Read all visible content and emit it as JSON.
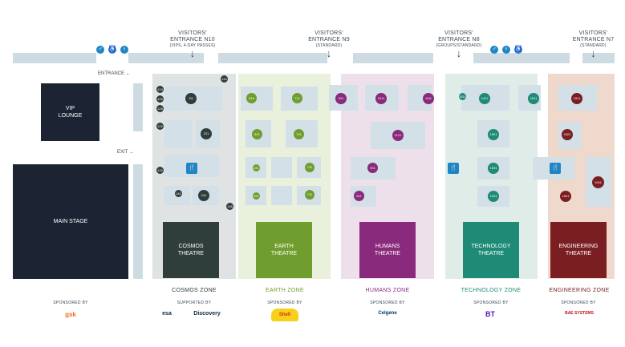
{
  "entrances": [
    {
      "id": "n10",
      "line1": "VISITORS'",
      "line2": "ENTRANCE N10",
      "sub": "(VIPS, 4-DAY PASSES)"
    },
    {
      "id": "n9",
      "line1": "VISITORS'",
      "line2": "ENTRANCE N9",
      "sub": "(STANDARD)"
    },
    {
      "id": "n8",
      "line1": "VISITORS'",
      "line2": "ENTRANCE N8",
      "sub": "(GROUPS/STANDARD)"
    },
    {
      "id": "n7",
      "line1": "VISITORS'",
      "line2": "ENTRANCE N7",
      "sub": "(STANDARD)"
    }
  ],
  "side_labels": {
    "entrance": "ENTRANCE ←",
    "exit": "EXIT →"
  },
  "blocks": {
    "vip": "VIP LOUNGE",
    "main_stage": "MAIN STAGE"
  },
  "zones": [
    {
      "id": "cosmos",
      "name": "COSMOS ZONE",
      "theatre": "COSMOS THEATRE",
      "color": "#2f3d3b",
      "bg": "#dfe3e4",
      "sponsor_label": "SUPPORTED BY",
      "sponsors": [
        "esa",
        "Discovery"
      ]
    },
    {
      "id": "earth",
      "name": "EARTH ZONE",
      "theatre": "EARTH THEATRE",
      "color": "#6f9e2e",
      "bg": "#e9f0dc",
      "sponsor_label": "SPONSORED BY",
      "sponsors": [
        "Shell"
      ]
    },
    {
      "id": "humans",
      "name": "HUMANS ZONE",
      "theatre": "HUMANS THEATRE",
      "color": "#8a2a7c",
      "bg": "#eee0ea",
      "sponsor_label": "SPONSORED BY",
      "sponsors": [
        "Celgene"
      ]
    },
    {
      "id": "technology",
      "name": "TECHNOLOGY ZONE",
      "theatre": "TECHNOLOGY THEATRE",
      "color": "#1d8b76",
      "bg": "#dfece8",
      "sponsor_label": "SPONSORED BY",
      "sponsors": [
        "BT"
      ]
    },
    {
      "id": "engineering",
      "name": "ENGINEERING ZONE",
      "theatre": "ENGINEERING THEATRE",
      "color": "#7a1e22",
      "bg": "#efd9cd",
      "sponsor_label": "SPONSORED BY",
      "sponsors": [
        "BAE SYSTEMS"
      ]
    }
  ],
  "main_sponsor": {
    "label": "SPONSORED BY",
    "name": "gsk"
  },
  "facilities": {
    "toilets": "toilets-icon",
    "accessible": "accessible-toilet-icon",
    "cafe": "cafe-icon"
  },
  "booths": {
    "cosmos": [
      "111",
      "221",
      "241",
      "132",
      "122",
      "124",
      "126",
      "128",
      "142",
      "144",
      "146"
    ],
    "earth": [
      "510",
      "521",
      "711",
      "721",
      "731",
      "741",
      "431",
      "451"
    ],
    "humans": [
      "811",
      "1011",
      "1111",
      "1121",
      "931",
      "941"
    ],
    "technology": [
      "1411",
      "1511",
      "1521",
      "1531",
      "1541",
      "1611"
    ],
    "engineering": [
      "1911",
      "1821",
      "1841",
      "1941"
    ]
  }
}
